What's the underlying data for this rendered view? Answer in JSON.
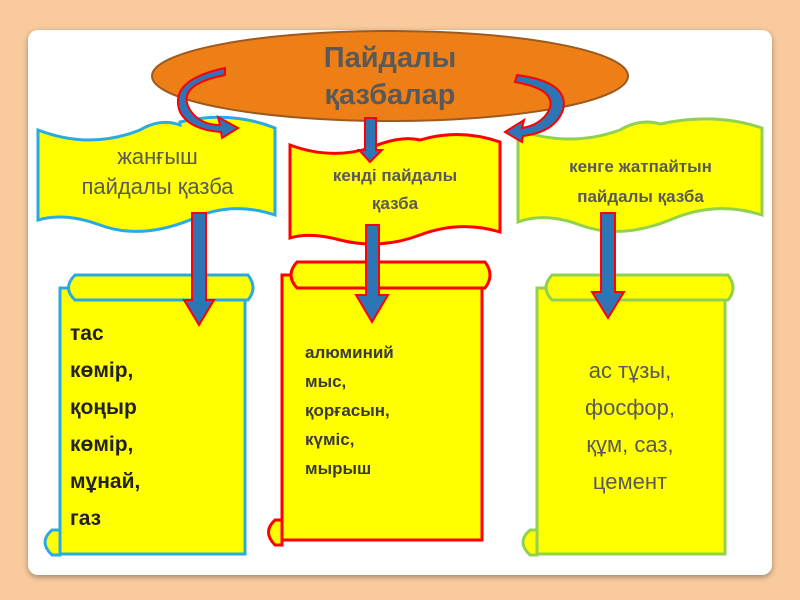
{
  "title": {
    "line1": "Пайдалы",
    "line2": "қазбалар"
  },
  "categories": [
    {
      "heading": [
        "жанғыш",
        "пайдалы қазба"
      ],
      "items": [
        "тас",
        "көмір,",
        "қоңыр",
        "көмір,",
        "мұнай,",
        "газ"
      ],
      "color": "#29ABE2"
    },
    {
      "heading": [
        "кенді пайдалы",
        "қазба"
      ],
      "items": [
        "алюминий",
        "мыс,",
        "қорғасын,",
        "күміс,",
        "мырыш"
      ],
      "color": "#FF0000"
    },
    {
      "heading": [
        "кенге жатпайтын",
        "пайдалы қазба"
      ],
      "items": [
        "ас тұзы,",
        "фосфор,",
        "құм, саз,",
        "цемент"
      ],
      "color": "#92D050"
    }
  ],
  "colors": {
    "ellipse": "#EE7F16",
    "banner": "#FFFF00",
    "arrow": "#2E75B6",
    "arrow_outline": "#FF0000"
  }
}
